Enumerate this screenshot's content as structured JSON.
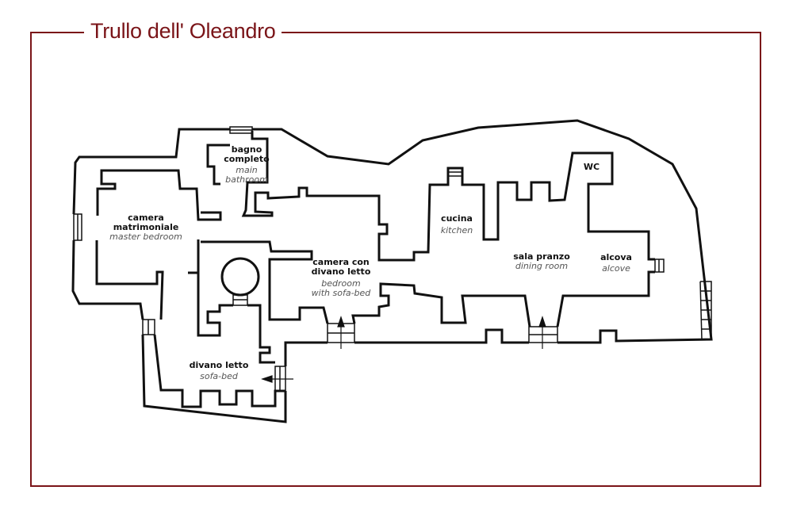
{
  "title": "Trullo dell' Oleandro",
  "colors": {
    "accent": "#7a1418",
    "wall": "#111111",
    "label_it": "#555555"
  },
  "rooms": [
    {
      "id": "bagno",
      "name": "bagno completo",
      "name_line1": "bagno",
      "name_line2": "completo",
      "translation_line1": "main",
      "translation_line2": "bathroom"
    },
    {
      "id": "matrimoniale",
      "name_line1": "camera",
      "name_line2": "matrimoniale",
      "translation": "master bedroom"
    },
    {
      "id": "camera-divano",
      "name_line1": "camera con",
      "name_line2": "divano letto",
      "translation_line1": "bedroom",
      "translation_line2": "with sofa-bed"
    },
    {
      "id": "divano",
      "name": "divano letto",
      "translation": "sofa-bed"
    },
    {
      "id": "cucina",
      "name": "cucina",
      "translation": "kitchen"
    },
    {
      "id": "sala",
      "name": "sala pranzo",
      "translation": "dining room"
    },
    {
      "id": "alcova",
      "name": "alcova",
      "translation": "alcove"
    },
    {
      "id": "wc",
      "name": "WC"
    }
  ]
}
